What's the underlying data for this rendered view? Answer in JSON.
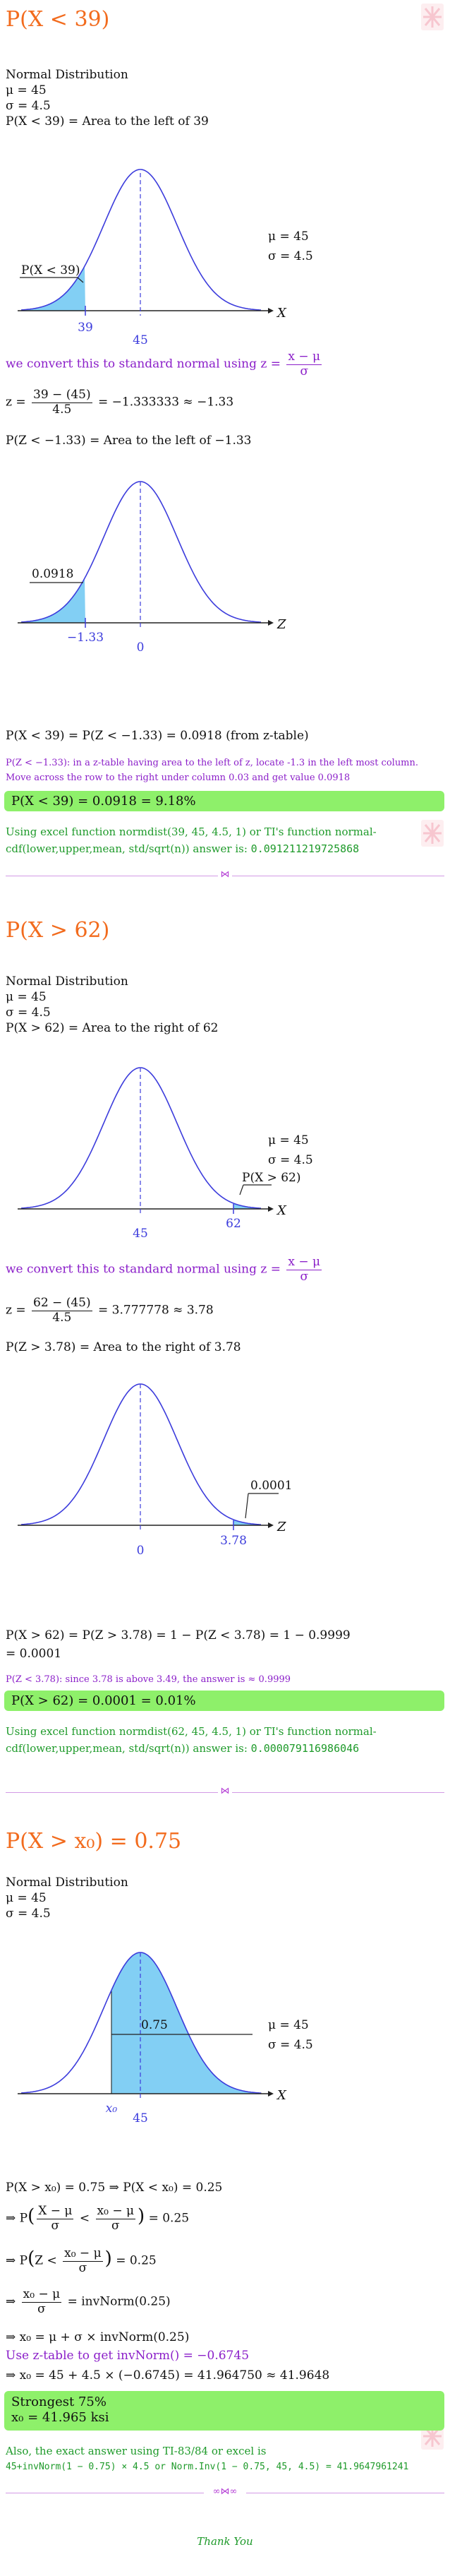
{
  "colors": {
    "title": "#f26b1d",
    "purple": "#8b1fc9",
    "green": "#1e9a2a",
    "highlight": "#8ef06a",
    "curve": "#3c3cdc",
    "fill": "#82cff4"
  },
  "icons": [
    "corner-logo-icon",
    "separator-ornament-icon"
  ],
  "s1": {
    "title": "P(X < 39)",
    "dist": "Normal Distribution",
    "mu": "μ = 45",
    "sigma": "σ = 4.5",
    "area_desc": "P(X < 39) = Area to the left of 39",
    "g1": {
      "label": "P(X < 39)",
      "x_tick": "39",
      "mean_tick": "45",
      "axis": "X",
      "mu": "μ = 45",
      "sigma": "σ = 4.5"
    },
    "convert_text": "we convert this to standard normal using z =",
    "convert_num": "x − μ",
    "convert_den": "σ",
    "z_lhs": "z =",
    "z_num": "39 − (45)",
    "z_den": "4.5",
    "z_rhs": "= −1.333333 ≈ −1.33",
    "pz_desc": "P(Z < −1.33) = Area to the left of −1.33",
    "g2": {
      "label": "0.0918",
      "z_tick": "−1.33",
      "zero_tick": "0",
      "axis": "Z"
    },
    "result_line": "P(X < 39) = P(Z < −1.33) = 0.0918 (from z-table)",
    "note": "P(Z < −1.33): in a z-table having area to the left of z, locate -1.3 in the left most column. Move across the row to the right under column 0.03 and get value 0.0918",
    "answer": "P(X < 39) = 0.0918 = 9.18%",
    "excel_text": "Using excel function normdist(39, 45, 4.5, 1) or TI's function normal-cdf(lower,upper,mean, std/sqrt(n)) answer is:",
    "excel_value": "0.091211219725868"
  },
  "s2": {
    "title": "P(X > 62)",
    "dist": "Normal Distribution",
    "mu": "μ = 45",
    "sigma": "σ = 4.5",
    "area_desc": "P(X > 62) = Area to the right of 62",
    "g1": {
      "label": "P(X > 62)",
      "x_tick": "62",
      "mean_tick": "45",
      "axis": "X",
      "mu": "μ = 45",
      "sigma": "σ = 4.5"
    },
    "convert_text": "we convert this to standard normal using z =",
    "convert_num": "x − μ",
    "convert_den": "σ",
    "z_lhs": "z =",
    "z_num": "62 − (45)",
    "z_den": "4.5",
    "z_rhs": "= 3.777778 ≈ 3.78",
    "pz_desc": "P(Z > 3.78) = Area to the right of 3.78",
    "g2": {
      "label": "0.0001",
      "z_tick": "3.78",
      "zero_tick": "0",
      "axis": "Z"
    },
    "result_line1": "P(X > 62) = P(Z > 3.78) = 1 − P(Z < 3.78) = 1 − 0.9999",
    "result_line2": "= 0.0001",
    "note": "P(Z < 3.78): since 3.78 is above 3.49, the answer is ≈ 0.9999",
    "answer": "P(X > 62) = 0.0001 = 0.01%",
    "excel_text": "Using excel function normdist(62, 45, 4.5, 1) or TI's function normal-cdf(lower,upper,mean, std/sqrt(n)) answer is:",
    "excel_value": "0.000079116986046"
  },
  "s3": {
    "title": "P(X > x₀) = 0.75",
    "dist": "Normal Distribution",
    "mu": "μ = 45",
    "sigma": "σ = 4.5",
    "g1": {
      "label": "0.75",
      "x_tick": "x₀",
      "mean_tick": "45",
      "axis": "X",
      "mu": "μ = 45",
      "sigma": "σ = 4.5"
    },
    "step1": "P(X > x₀) = 0.75 ⇒ P(X < x₀) = 0.25",
    "step2_pre": "⇒ P",
    "step2_n1": "X − μ",
    "step2_d1": "σ",
    "step2_mid": "<",
    "step2_n2": "x₀ − μ",
    "step2_d2": "σ",
    "step2_post": "= 0.25",
    "step3_pre": "⇒ P",
    "step3_mid": "Z <",
    "step3_n": "x₀ − μ",
    "step3_d": "σ",
    "step3_post": "= 0.25",
    "step4_pre": "⇒",
    "step4_n": "x₀ − μ",
    "step4_d": "σ",
    "step4_post": "= invNorm(0.25)",
    "step5": "⇒ x₀ = μ + σ × invNorm(0.25)",
    "ztable_note": "Use z-table to get invNorm() = −0.6745",
    "step6": "⇒ x₀ = 45 + 4.5 × (−0.6745) = 41.964750 ≈ 41.9648",
    "answer1": "Strongest 75%",
    "answer2": "x₀ = 41.965 ksi",
    "exact_text": "Also, the exact answer using TI-83/84 or excel is",
    "exact_formula": "45+invNorm(1 − 0.75) × 4.5 or Norm.Inv(1 − 0.75, 45, 4.5) = 41.9647961241",
    "thanks": "Thank You"
  }
}
